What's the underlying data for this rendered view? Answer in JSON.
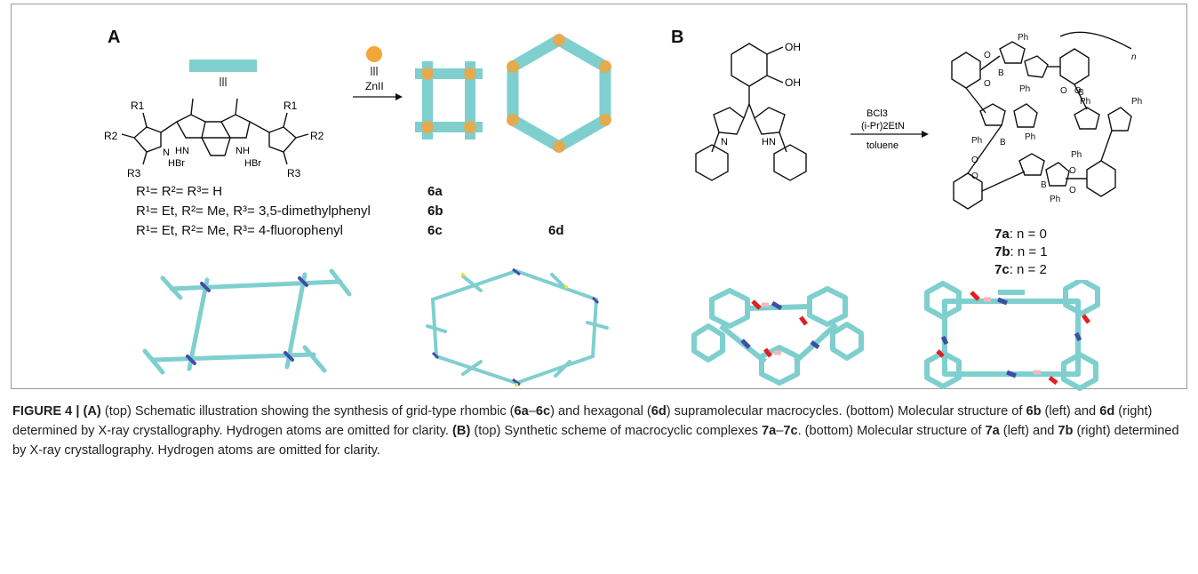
{
  "panel_a": {
    "label": "A",
    "pyrrole_labels": {
      "r1_left": "R1",
      "r2_left": "R2",
      "r3_left": "R3",
      "r1_right": "R1",
      "r2_right": "R2",
      "r3_right": "R3",
      "hn1": "HN",
      "hn2": "NH",
      "hbr1": "HBr",
      "hbr2": "HBr",
      "n1": "N"
    },
    "reagent": "ZnII",
    "rows": [
      {
        "text": "R¹= R²= R³= H",
        "code": "6a"
      },
      {
        "text": "R¹= Et, R²= Me, R³= 3,5-dimethylphenyl",
        "code": "6b"
      },
      {
        "text": "R¹= Et, R²= Me, R³= 4-fluorophenyl",
        "code": "6c"
      }
    ],
    "hexagon_code": "6d"
  },
  "panel_b": {
    "label": "B",
    "reagents": {
      "line1": "BCl3",
      "line2": "(i-Pr)2EtN",
      "line3": "toluene"
    },
    "labels": {
      "oh1": "OH",
      "oh2": "OH",
      "n": "N",
      "hn": "HN",
      "ph": "Ph",
      "b": "B",
      "o": "O",
      "n_sub": "n"
    },
    "compounds": [
      {
        "code": "7a",
        "n_text": ": n = 0"
      },
      {
        "code": "7b",
        "n_text": ": n = 1"
      },
      {
        "code": "7c",
        "n_text": ": n = 2"
      }
    ]
  },
  "caption": {
    "figure": "FIGURE 4 |",
    "s1_bold": "(A)",
    "s1": " (top) Schematic illustration showing the synthesis of grid-type rhombic (",
    "s1_c1": "6a",
    "s1_dash": "–",
    "s1_c2": "6c",
    "s1_mid": ") and hexagonal (",
    "s1_c3": "6d",
    "s1_end": ") supramolecular macrocycles. (bottom) Molecular structure of ",
    "s2_c1": "6b",
    "s2_mid": " (left) and ",
    "s2_c2": "6d",
    "s2_end": " (right) determined by X-ray crystallography. Hydrogen atoms are omitted for clarity. ",
    "s3_bold": "(B)",
    "s3": " (top) Synthetic scheme of macrocyclic complexes ",
    "s3_c1": "7a",
    "s3_dash": "–",
    "s3_c2": "7c",
    "s3_mid": ". (bottom) Molecular structure of ",
    "s4_c1": "7a",
    "s4_mid": " (left) and ",
    "s4_c2": "7b",
    "s4_end": " (right) determined by X-ray crystallography. Hydrogen atoms are omitted for clarity."
  },
  "colors": {
    "teal": "#7fcfcf",
    "orange": "#f4a53a",
    "blue": "#3f4ea6",
    "red": "#e02020",
    "pink": "#f2b8c0"
  }
}
